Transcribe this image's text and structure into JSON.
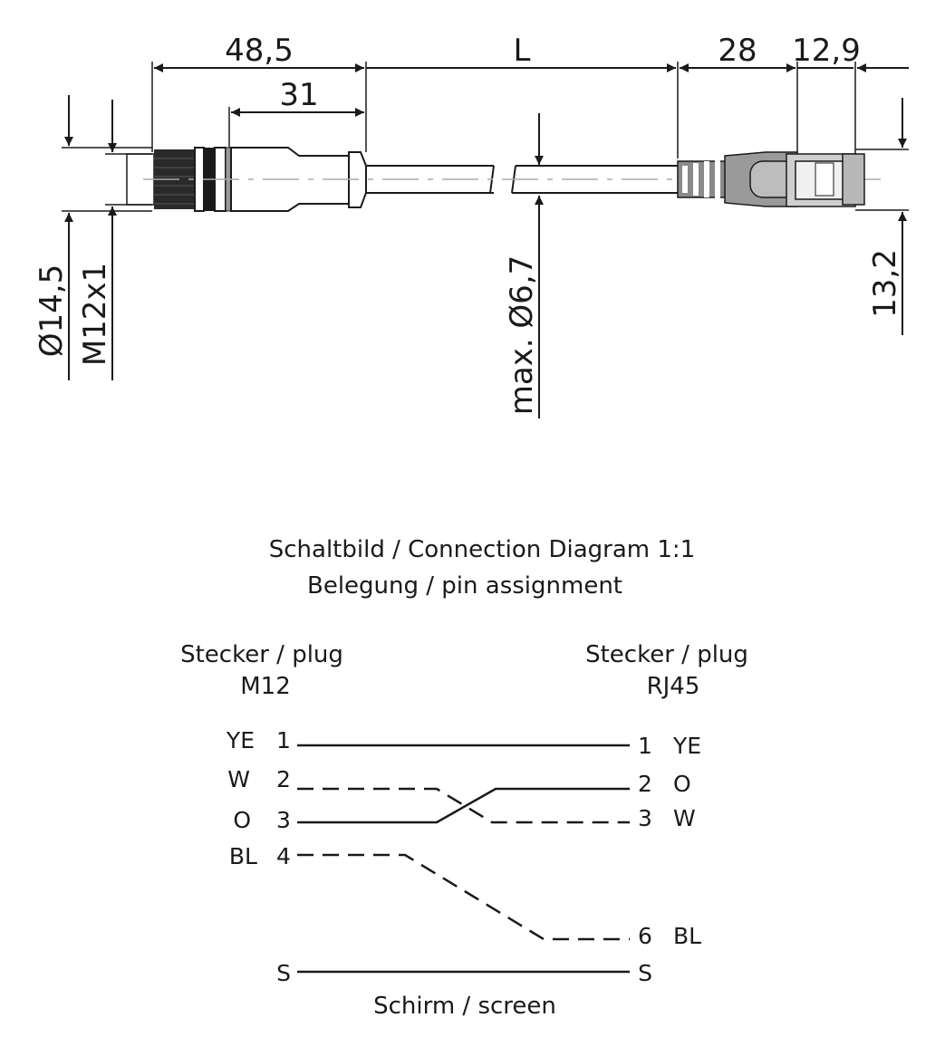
{
  "drawing": {
    "dimensions": {
      "d_48_5": "48,5",
      "d_L": "L",
      "d_28": "28",
      "d_12_9": "12,9",
      "d_31": "31",
      "d_dia_14_5": "Ø14,5",
      "d_m12x1": "M12x1",
      "d_max_dia_6_7": "max. Ø6,7",
      "d_13_2": "13,2"
    }
  },
  "diagram": {
    "title": "Schaltbild / Connection Diagram 1:1",
    "subtitle": "Belegung  / pin assignment",
    "left_header": "Stecker / plug",
    "left_type": "M12",
    "right_header": "Stecker / plug",
    "right_type": "RJ45",
    "left_pins": [
      {
        "color": "YE",
        "num": "1"
      },
      {
        "color": "W",
        "num": "2"
      },
      {
        "color": "O",
        "num": "3"
      },
      {
        "color": "BL",
        "num": "4"
      },
      {
        "color": "",
        "num": "S"
      }
    ],
    "right_pins": [
      {
        "num": "1",
        "color": "YE"
      },
      {
        "num": "2",
        "color": "O"
      },
      {
        "num": "3",
        "color": "W"
      },
      {
        "num": "6",
        "color": "BL"
      },
      {
        "num": "S",
        "color": ""
      }
    ],
    "screen_label": "Schirm / screen"
  }
}
